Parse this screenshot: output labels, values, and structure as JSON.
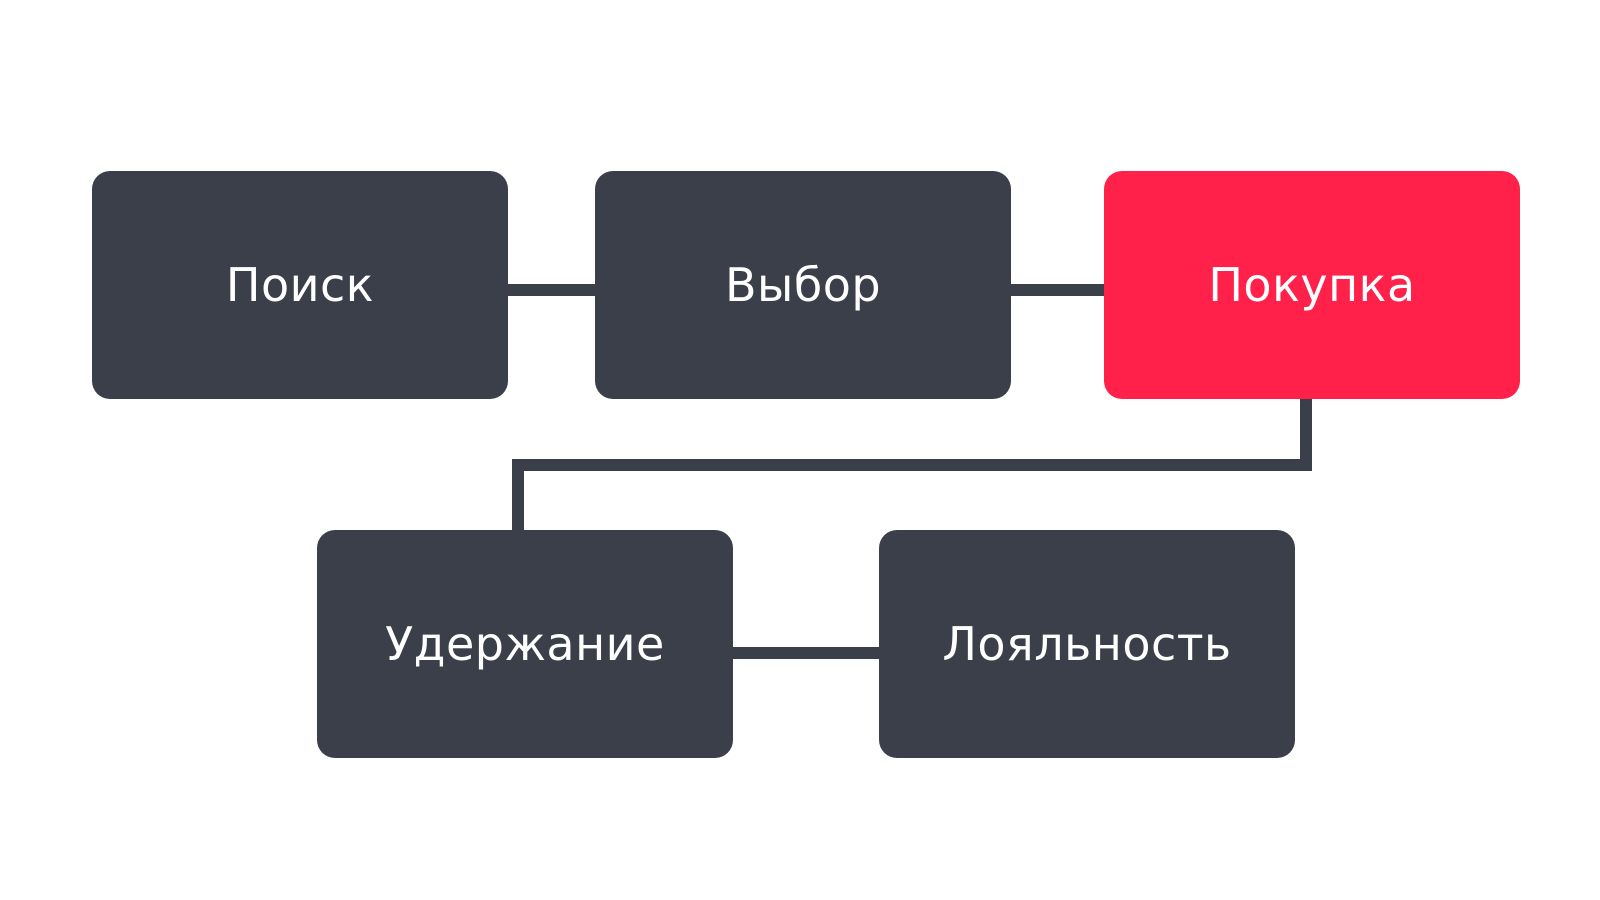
{
  "colors": {
    "node": "#3a3f4a",
    "highlight": "#ff2149",
    "connector": "#3a3f4a",
    "background": "#ffffff",
    "text": "#ffffff"
  },
  "nodes": [
    {
      "id": "search",
      "label": "Поиск",
      "highlighted": false
    },
    {
      "id": "choice",
      "label": "Выбор",
      "highlighted": false
    },
    {
      "id": "purchase",
      "label": "Покупка",
      "highlighted": true
    },
    {
      "id": "retention",
      "label": "Удержание",
      "highlighted": false
    },
    {
      "id": "loyalty",
      "label": "Лояльность",
      "highlighted": false
    }
  ],
  "edges": [
    {
      "from": "search",
      "to": "choice"
    },
    {
      "from": "choice",
      "to": "purchase"
    },
    {
      "from": "purchase",
      "to": "retention"
    },
    {
      "from": "retention",
      "to": "loyalty"
    }
  ]
}
